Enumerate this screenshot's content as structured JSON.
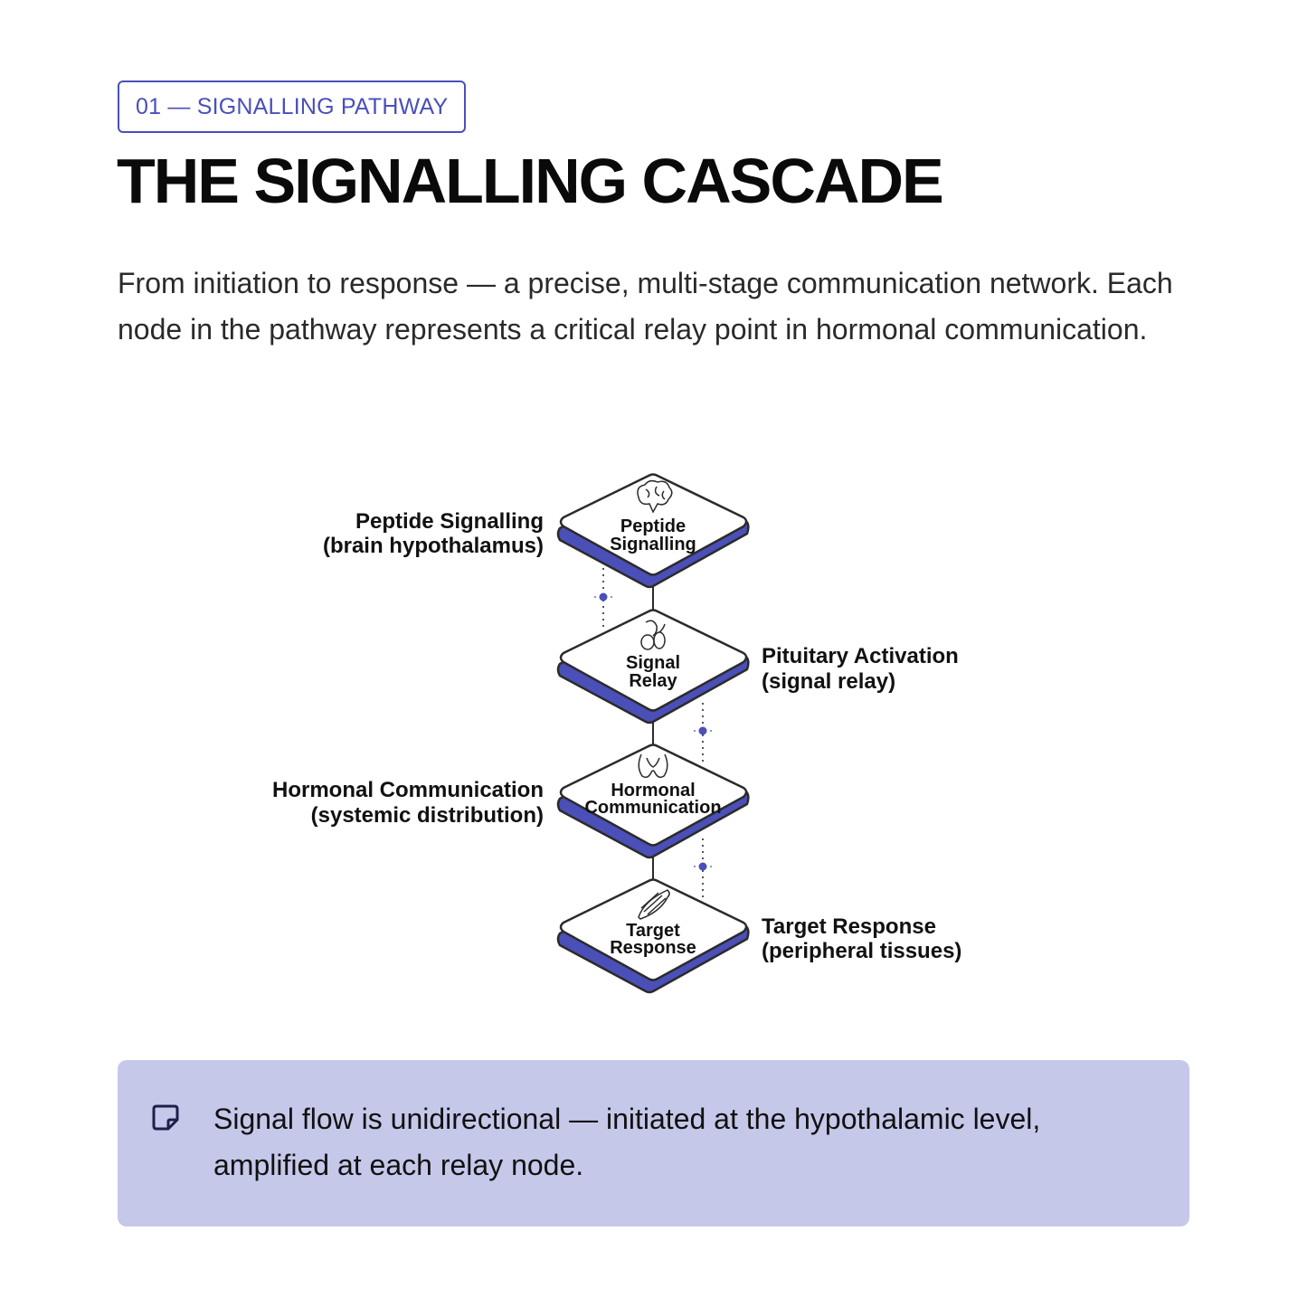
{
  "header": {
    "badge": "01 — SIGNALLING PATHWAY",
    "title": "THE SIGNALLING CASCADE",
    "intro": "From initiation to response — a precise, multi-stage communication network. Each node in the pathway represents a critical relay point in hormonal communication."
  },
  "diagram": {
    "nodes": [
      {
        "line1": "Peptide",
        "line2": "Signalling",
        "icon": "brain-icon",
        "side_line1": "Peptide Signalling",
        "side_line2": "(brain hypothalamus)"
      },
      {
        "line1": "Signal",
        "line2": "Relay",
        "icon": "pituitary-icon",
        "side_line1": "Pituitary Activation",
        "side_line2": "(signal relay)"
      },
      {
        "line1": "Hormonal",
        "line2": "Communication",
        "icon": "thyroid-icon",
        "side_line1": "Hormonal Communication",
        "side_line2": "(systemic distribution)"
      },
      {
        "line1": "Target",
        "line2": "Response",
        "icon": "muscle-icon",
        "side_line1": "Target Response",
        "side_line2": "(peripheral tissues)"
      }
    ],
    "colors": {
      "accent": "#4b4fb8",
      "outline": "#2b2b2b",
      "node_fill": "#ffffff"
    }
  },
  "callout": {
    "icon": "note-icon",
    "text": "Signal flow is unidirectional — initiated at the hypothalamic level, amplified at each relay node."
  }
}
